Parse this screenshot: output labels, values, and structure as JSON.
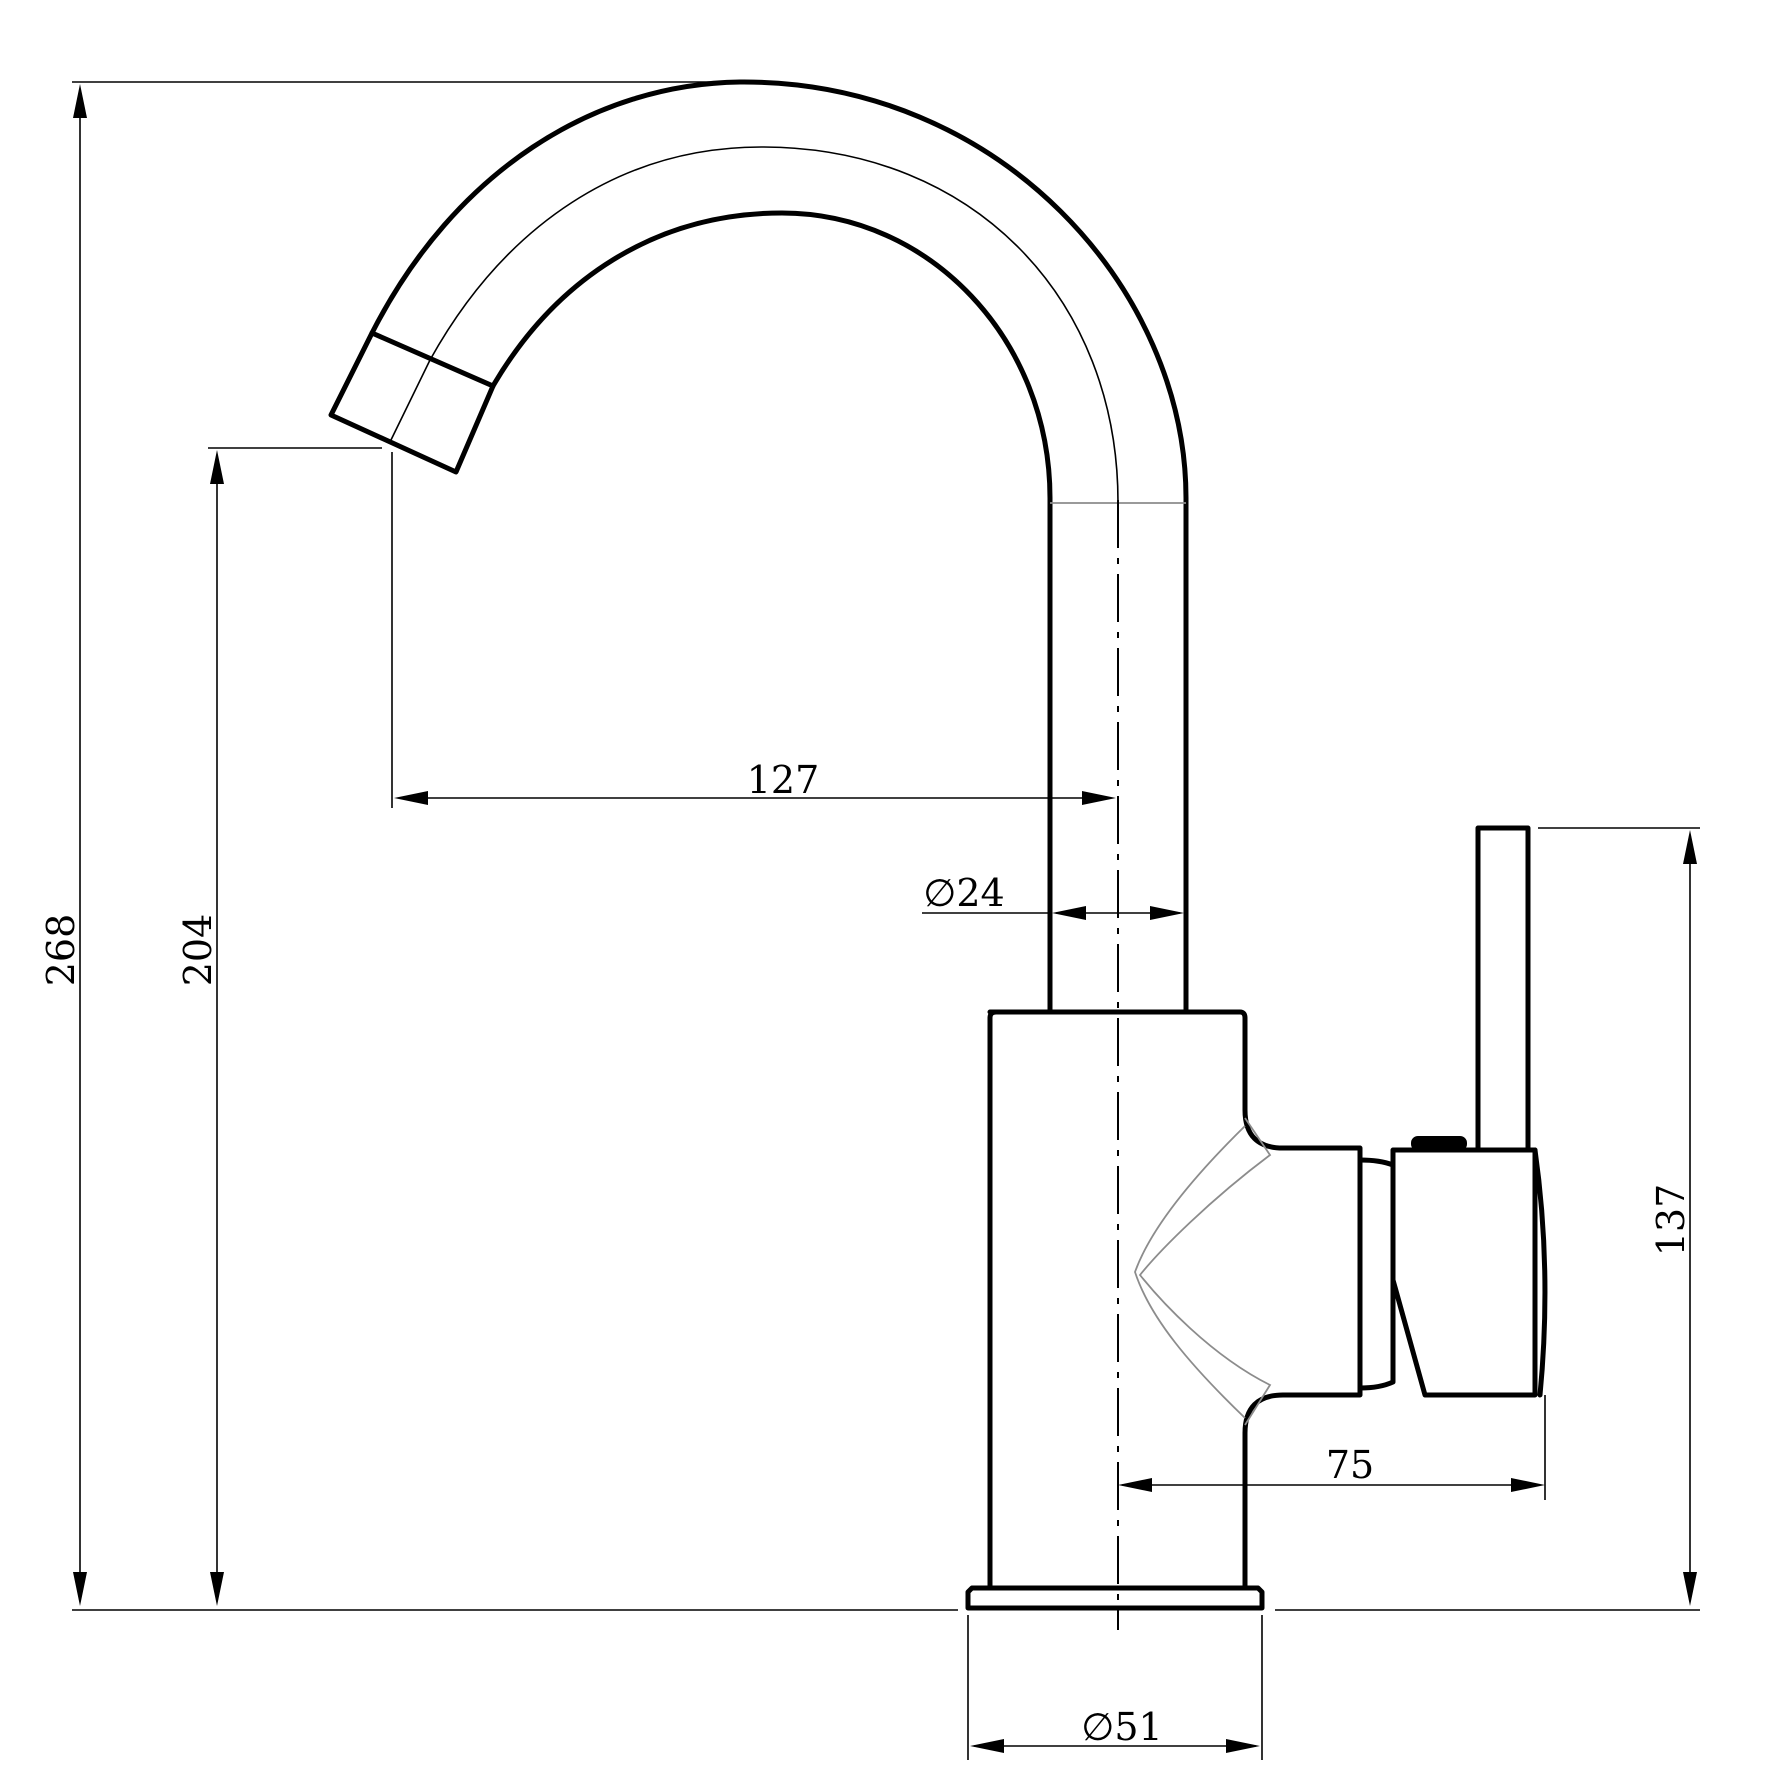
{
  "dimensions": {
    "overall_height": "268",
    "spout_outlet_height": "204",
    "spout_reach": "127",
    "spout_diameter": "∅24",
    "handle_height": "137",
    "handle_projection": "75",
    "base_diameter": "∅51"
  }
}
